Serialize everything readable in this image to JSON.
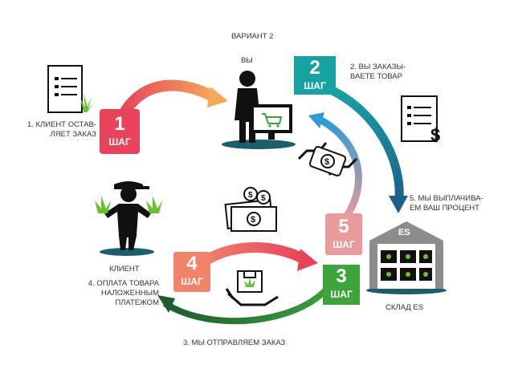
{
  "variant_title": "ВАРИАНТ 2",
  "you_label": "ВЫ",
  "client_label": "КЛИЕНТ",
  "warehouse_label": "СКЛАД ES",
  "warehouse_logo": "ES",
  "steps": [
    {
      "number": "1",
      "word": "ШАГ",
      "color": "#e8435b",
      "caption": "1. КЛИЕНТ ОСТАВ-\nЛЯЕТ ЗАКАЗ"
    },
    {
      "number": "2",
      "word": "ШАГ",
      "color": "#17a2a2",
      "caption": "2. ВЫ ЗАКАЗЫ-\nВАЕТЕ ТОВАР"
    },
    {
      "number": "3",
      "word": "ШАГ",
      "color": "#3da33b",
      "caption": "3. МЫ ОТПРАВЛЯЕМ ЗАКАЗ"
    },
    {
      "number": "4",
      "word": "ШАГ",
      "color": "#f2836b",
      "caption": "4. ОПЛАТА ТОВАРА\nНАЛОЖЕННЫМ\nПЛАТЕЖОМ"
    },
    {
      "number": "5",
      "word": "ШАГ",
      "color": "#e99a9a",
      "caption": "5. МЫ ВЫПЛАЧИВА-\nЕМ ВАШ ПРОЦЕНТ"
    }
  ],
  "colors": {
    "red": "#e8435b",
    "teal": "#17a2a2",
    "blue": "#2e9bd6",
    "green": "#3da33b",
    "dark_green": "#1e5b2e",
    "orange": "#f2836b",
    "pink": "#e99a9a",
    "grey": "#8c8c8c",
    "black": "#111111",
    "leaf": "#6cbf2d"
  }
}
